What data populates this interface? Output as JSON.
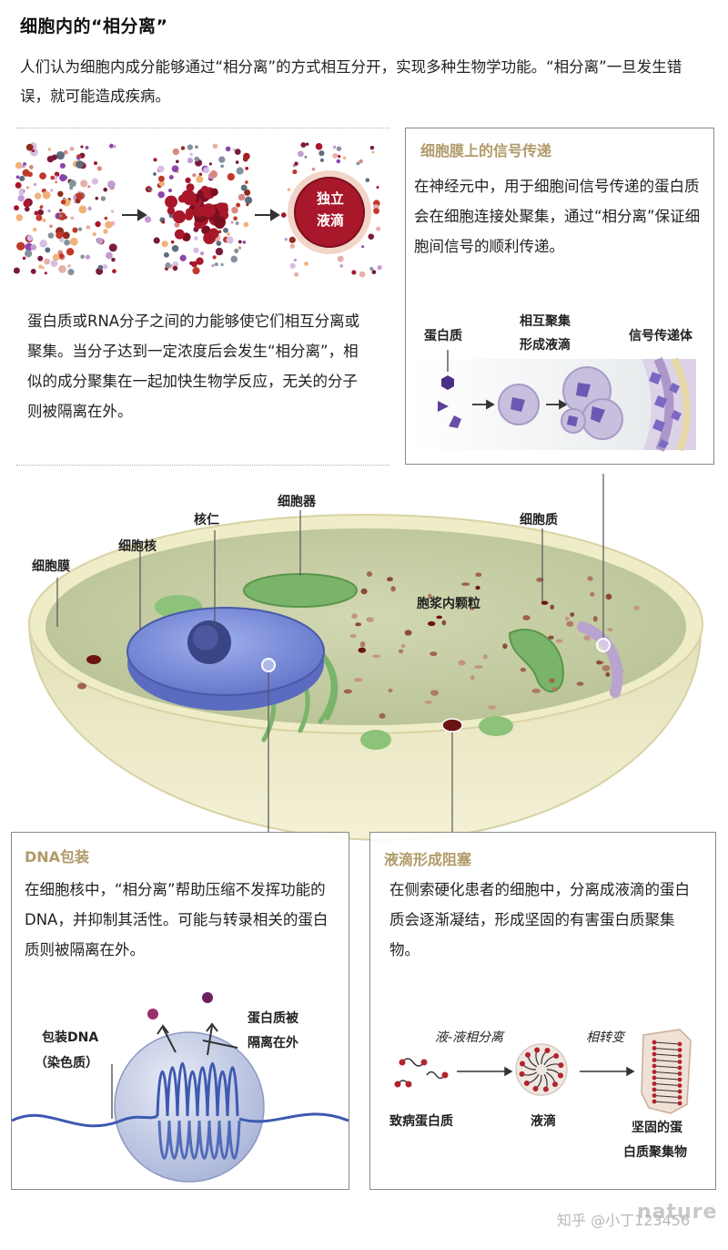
{
  "header": {
    "title": "细胞内的“相分离”",
    "intro": "人们认为细胞内成分能够通过“相分离”的方式相互分开，实现多种生物学功能。“相分离”一旦发生错误，就可能造成疾病。"
  },
  "phase_intro": {
    "droplet_label_1": "独立",
    "droplet_label_2": "液滴",
    "description": "蛋白质或RNA分子之间的力能够使它们相互分离或聚集。当分子达到一定浓度后会发生“相分离”，相似的成分聚集在一起加快生物学反应，无关的分子则被隔离在外。"
  },
  "signal_panel": {
    "title": "细胞膜上的信号传递",
    "text": "在神经元中，用于细胞间信号传递的蛋白质会在细胞连接处聚集，通过“相分离”保证细胞间信号的顺利传递。",
    "label_protein": "蛋白质",
    "label_cluster_1": "相互聚集",
    "label_cluster_2": "形成液滴",
    "label_signal": "信号传递体"
  },
  "cell": {
    "membrane": "细胞膜",
    "nucleus": "细胞核",
    "nucleolus": "核仁",
    "organelle": "细胞器",
    "cytoplasm": "细胞质",
    "granules": "胞浆内颗粒"
  },
  "dna_panel": {
    "title": "DNA包装",
    "text": "在细胞核中，“相分离”帮助压缩不发挥功能的DNA，并抑制其活性。可能与转录相关的蛋白质则被隔离在外。",
    "label_dna_1": "包装DNA",
    "label_dna_2": "（染色质）",
    "label_excluded_1": "蛋白质被",
    "label_excluded_2": "隔离在外"
  },
  "blockage_panel": {
    "title": "液滴形成阻塞",
    "text": "在侧索硬化患者的细胞中，分离成液滴的蛋白质会逐渐凝结，形成坚固的有害蛋白质聚集物。",
    "label_llps": "液-液相分离",
    "label_phase": "相转变",
    "label_pathogenic": "致病蛋白质",
    "label_droplet": "液滴",
    "label_solid_1": "坚固的蛋",
    "label_solid_2": "白质聚集物"
  },
  "watermark": {
    "brand": "nature",
    "zhihu": "知乎 @小丁123456"
  },
  "colors": {
    "panel_title": "#b09a68",
    "droplet_red": "#a8172a",
    "nucleus_blue": "#6d82d2",
    "organelle_green": "#7ab46a",
    "cell_body": "#c6cda3",
    "membrane_purple": "#b9a3cf"
  }
}
